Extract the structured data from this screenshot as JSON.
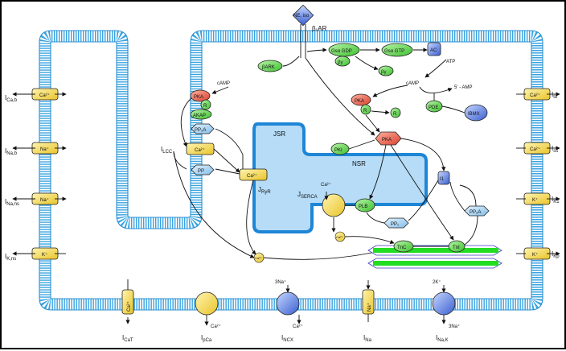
{
  "currents": {
    "ICab": "I",
    "ICab_sub": "Ca,b",
    "INab": "I",
    "INab_sub": "Na,b",
    "INans": "I",
    "INans_sub": "Na,ns",
    "IKns": "I",
    "IKns_sub": "K,ns",
    "Ito": "I",
    "Ito_sub": "to",
    "Iss": "I",
    "Iss_sub": "ss",
    "IK1": "I",
    "IK1_sub": "K1",
    "IKp": "I",
    "IKp_sub": "Kp",
    "ILCC": "I",
    "ILCC_sub": "LCC",
    "ICaT": "I",
    "ICaT_sub": "CaT",
    "IpCa": "I",
    "IpCa_sub": "pCa",
    "INCX": "I",
    "INCX_sub": "NCX",
    "INa": "I",
    "INa_sub": "Na",
    "INaK": "I",
    "INaK_sub": "Na,K"
  },
  "fluxes": {
    "JRyR": "J",
    "JRyR_sub": "RyR",
    "JSERCA": "J",
    "JSERCA_sub": "SERCA"
  },
  "channels": {
    "left1": "Ca²⁺",
    "left2": "Na⁺",
    "left3": "Na⁺",
    "left4": "K⁺",
    "right1": "Ca²⁺",
    "right2": "Ca²⁺",
    "right3": "K⁺",
    "right4": "K⁺",
    "lcc": "Ca²⁺",
    "ryr": "Ca²⁺",
    "bottom_cat": "Ca²⁺",
    "bottom_na": "Na⁺"
  },
  "compartments": {
    "jsr": "JSR",
    "nsr": "NSR"
  },
  "molecules": {
    "ne_iso": "NE, iso",
    "beta1ar": "β₁AR",
    "gsa_gdp": "Gsα GDP",
    "gsa_gtp": "Gsα GTP",
    "gby1": "βγ",
    "gby2": "βγ",
    "bark": "βARK",
    "ac": "AC",
    "atp": "ATP",
    "camp_left": "cAMP",
    "camp_mid": "cAMP",
    "five_amp": "5' - AMP",
    "pde": "PDE",
    "ibmx": "IBMX",
    "pka_lcc": "PKA",
    "r_lcc": "R",
    "akap": "AKAP",
    "pp2a_lcc": "PP₂A",
    "pp_lcc": "PP",
    "pka_mid": "PKA",
    "r_mid1": "R",
    "r_mid2": "R",
    "pka_cat": "PKA",
    "pki": "PKI",
    "i1": "I1",
    "pp2a_r": "PP₂A",
    "plb": "PLB",
    "pp1": "PP₁",
    "tnc": "TnC",
    "tni": "TnI"
  },
  "ions": {
    "ca_serca": "Ca²⁺",
    "ca_small": "Ca²⁺",
    "ca_left": "Ca²⁺",
    "pca_ca": "Ca²⁺",
    "ncx_in": "3Na⁺",
    "ncx_out": "Ca²⁺",
    "nak_in": "2K⁺",
    "nak_out": "3Na⁺"
  },
  "colors": {
    "membrane": "#3aa3e0",
    "sr_fill": "#b6dcf7",
    "sr_stroke": "#1e86d6",
    "channel": "#f3d84a",
    "pka": "#e8605a",
    "green": "#5fd44f",
    "blue_node": "#4a7ae0",
    "light_blue": "#a9d3f0",
    "pump_yellow": "#f6e36a",
    "pump_blue": "#5b79e0",
    "myofilament": "#22dd22"
  }
}
